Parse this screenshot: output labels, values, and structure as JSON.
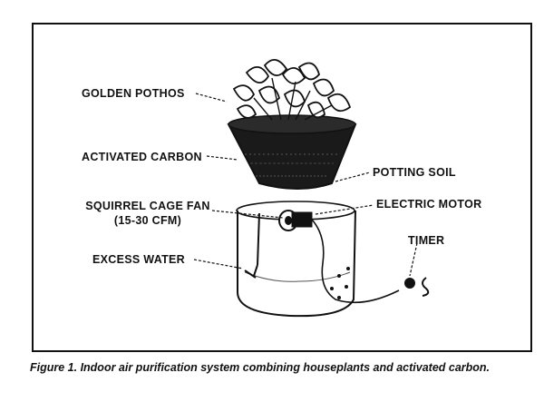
{
  "labels": {
    "golden_pothos": "GOLDEN POTHOS",
    "activated_carbon": "ACTIVATED CARBON",
    "potting_soil": "POTTING SOIL",
    "squirrel_cage_fan": "SQUIRREL CAGE FAN",
    "fan_rating": "(15-30 CFM)",
    "electric_motor": "ELECTRIC MOTOR",
    "timer": "TIMER",
    "excess_water": "EXCESS WATER"
  },
  "caption": "Figure 1. Indoor air purification system combining houseplants and activated carbon."
}
